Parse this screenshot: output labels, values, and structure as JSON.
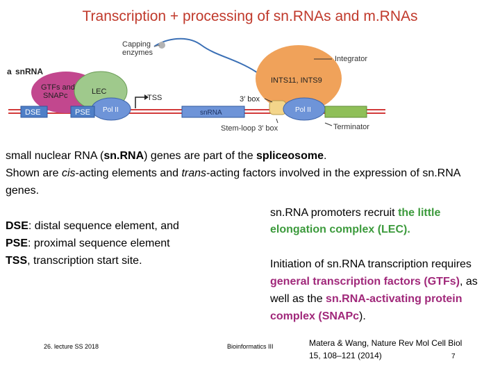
{
  "slide": {
    "title": "Transcription + processing of sn.RNAs and m.RNAs"
  },
  "figure": {
    "panel_label": "a",
    "panel_title": "snRNA",
    "labels": {
      "capping_1": "Capping",
      "capping_2": "enzymes",
      "integrator": "Integrator",
      "gtfs_1": "GTFs and",
      "gtfs_2": "SNAPc",
      "lec": "LEC",
      "ints": "INTS11, INTS9",
      "tss": "TSS",
      "box3": "3′ box",
      "dse": "DSE",
      "pse": "PSE",
      "pol_left": "Pol II",
      "snrna_gene": "snRNA",
      "pol_right": "Pol II",
      "stemloop": "Stem-loop 3′ box",
      "terminator": "Terminator"
    }
  },
  "text": {
    "intro_1": "small nuclear RNA (",
    "intro_1b": "sn.RNA",
    "intro_1c": ") genes are part of the ",
    "intro_1d": "spliceosome",
    "intro_1e": ".",
    "intro_2a": "Shown are ",
    "intro_2b": "cis",
    "intro_2c": "-acting elements and ",
    "intro_2d": "trans",
    "intro_2e": "-acting factors involved in the expression of sn.RNA genes.",
    "dse_term": "DSE",
    "dse_def": ": distal sequence element, and",
    "pse_term": "PSE",
    "pse_def": ": proximal sequence element",
    "tss_term": "TSS",
    "tss_def": ", transcription start site.",
    "right1_a": "sn.RNA promoters recruit ",
    "right1_b": "the little elongation complex (LEC).",
    "right2_a": "Initiation of sn.RNA transcription requires ",
    "right2_b": "general transcription factors (GTFs)",
    "right2_c": ", as well as the ",
    "right2_d": "sn.RNA-activating protein complex (SNAPc",
    "right2_e": ")."
  },
  "footer": {
    "lecture": "26. lecture SS 2018",
    "course": "Bioinformatics III",
    "ref_line1": "Matera & Wang, Nature Rev Mol Cell Biol",
    "ref_line2": "15, 108–121 (2014)",
    "page": "7"
  },
  "colors": {
    "title": "#c0392b",
    "green_highlight": "#3c9a3c",
    "purple_highlight": "#a0287a",
    "dna_red": "#d23a3a",
    "element_blue": "#4f7fc7",
    "gtfs_magenta": "#c2478e",
    "lec_green": "#9fc98c",
    "integrator_orange": "#f0a25a",
    "box_yellow": "#f3d58a",
    "terminator_green": "#8fbf58"
  }
}
